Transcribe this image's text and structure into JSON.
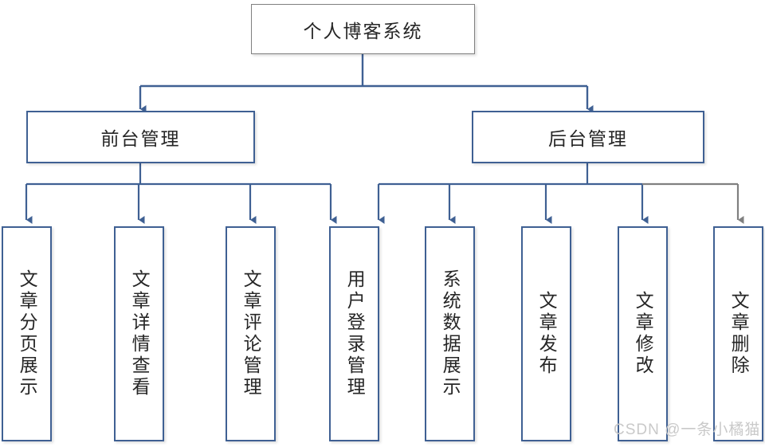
{
  "diagram": {
    "title_text": "个人博客系统",
    "colors": {
      "line_blue": "#3F6093",
      "line_gray": "#808080",
      "box_border_blue": "#3F6093",
      "box_border_gray": "#808080",
      "background": "#FFFFFF",
      "text": "#262626",
      "watermark": "#C9C9C9"
    },
    "root": {
      "label": "个人博客系统"
    },
    "branches": [
      {
        "label": "前台管理"
      },
      {
        "label": "后台管理"
      }
    ],
    "leaves": [
      {
        "label": "文章分页展示",
        "parent": "前台管理"
      },
      {
        "label": "文章详情查看",
        "parent": "前台管理"
      },
      {
        "label": "文章评论管理",
        "parent": "前台管理"
      },
      {
        "label": "用户登录管理",
        "parent": "前台管理/后台管理"
      },
      {
        "label": "系统数据展示",
        "parent": "后台管理"
      },
      {
        "label": "文章发布",
        "parent": "后台管理"
      },
      {
        "label": "文章修改",
        "parent": "后台管理"
      },
      {
        "label": "文章删除",
        "parent": "后台管理"
      }
    ]
  },
  "watermark": {
    "text": "CSDN @一条小橘猫"
  }
}
